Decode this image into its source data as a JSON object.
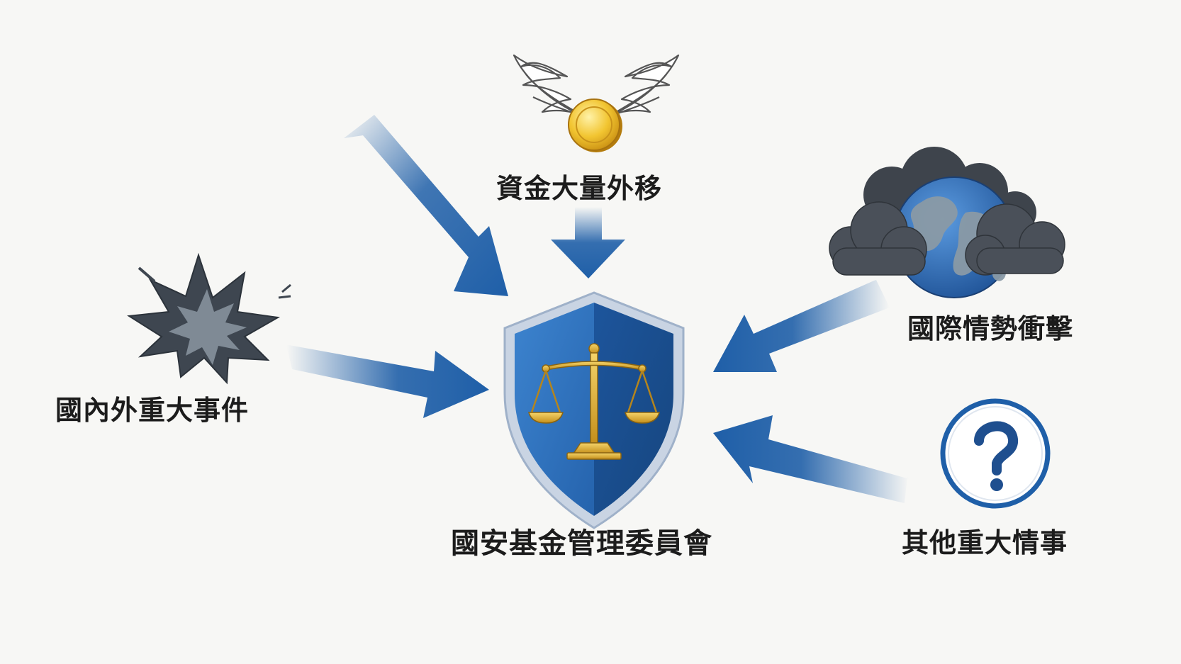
{
  "diagram": {
    "center": {
      "label": "國安基金管理委員會",
      "icon": "shield-scales-icon"
    },
    "inputs": [
      {
        "id": "capital",
        "label": "資金大量外移",
        "icon": "winged-coin-icon"
      },
      {
        "id": "domestic",
        "label": "國內外重大事件",
        "icon": "explosion-icon"
      },
      {
        "id": "intl",
        "label": "國際情勢衝擊",
        "icon": "storm-globe-icon"
      },
      {
        "id": "other",
        "label": "其他重大情事",
        "icon": "question-icon"
      }
    ]
  },
  "colors": {
    "arrow": "#1f5fa8",
    "shield": "#2a6cb8",
    "gold": "#d9a62c"
  }
}
